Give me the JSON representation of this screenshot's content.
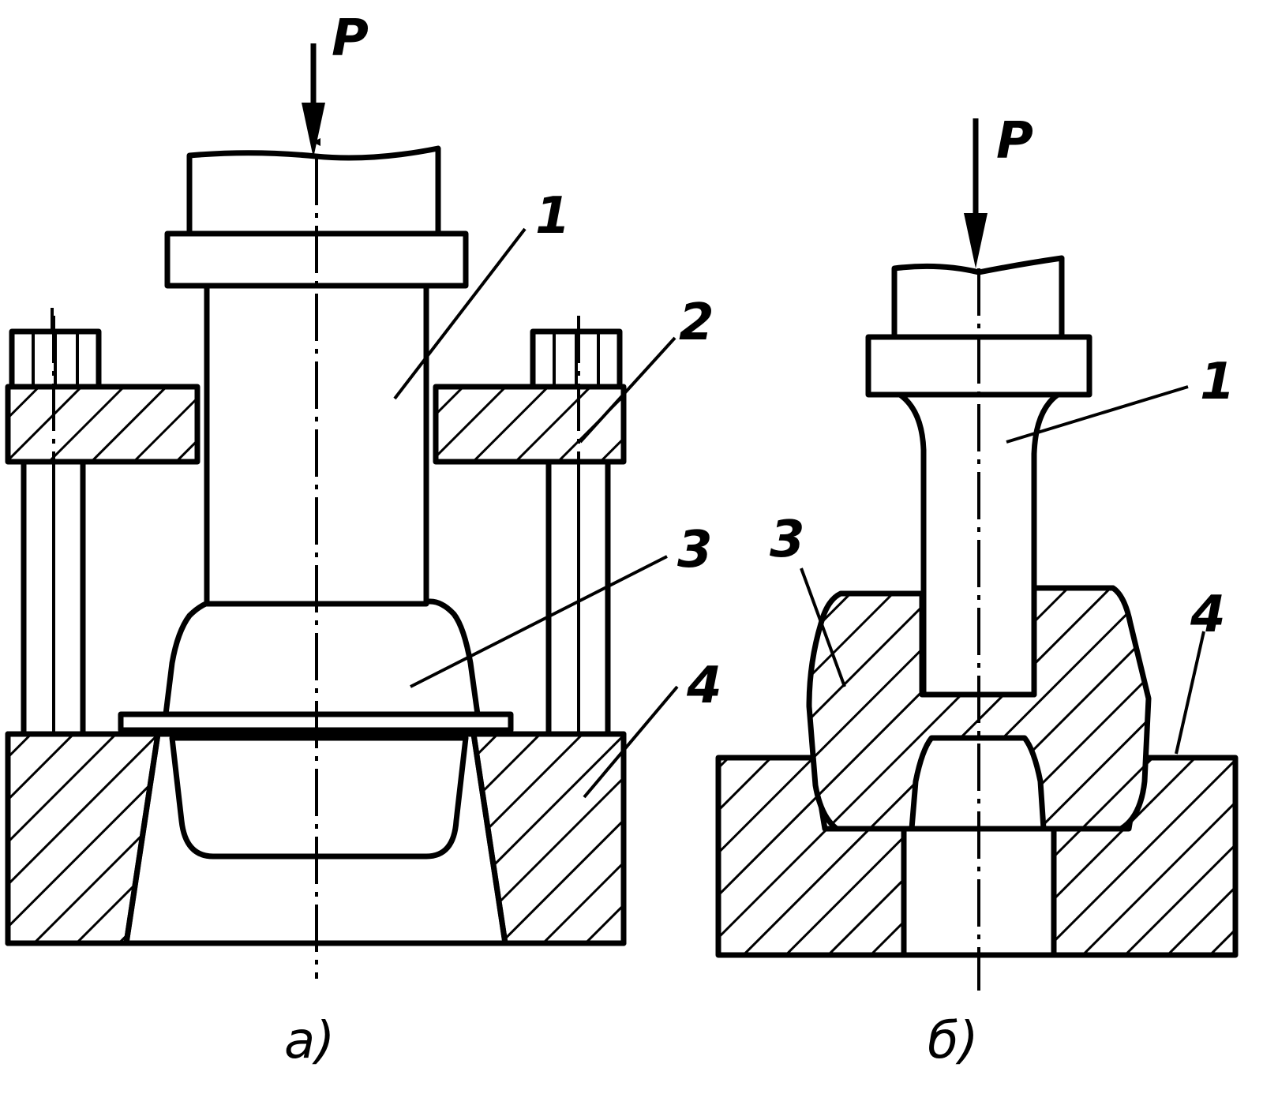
{
  "figure_a": {
    "force_label": "P",
    "part_labels": [
      "1",
      "2",
      "3",
      "4"
    ],
    "caption": "а)"
  },
  "figure_b": {
    "force_label": "P",
    "part_labels": [
      "1",
      "3",
      "4"
    ],
    "caption": "б)"
  }
}
